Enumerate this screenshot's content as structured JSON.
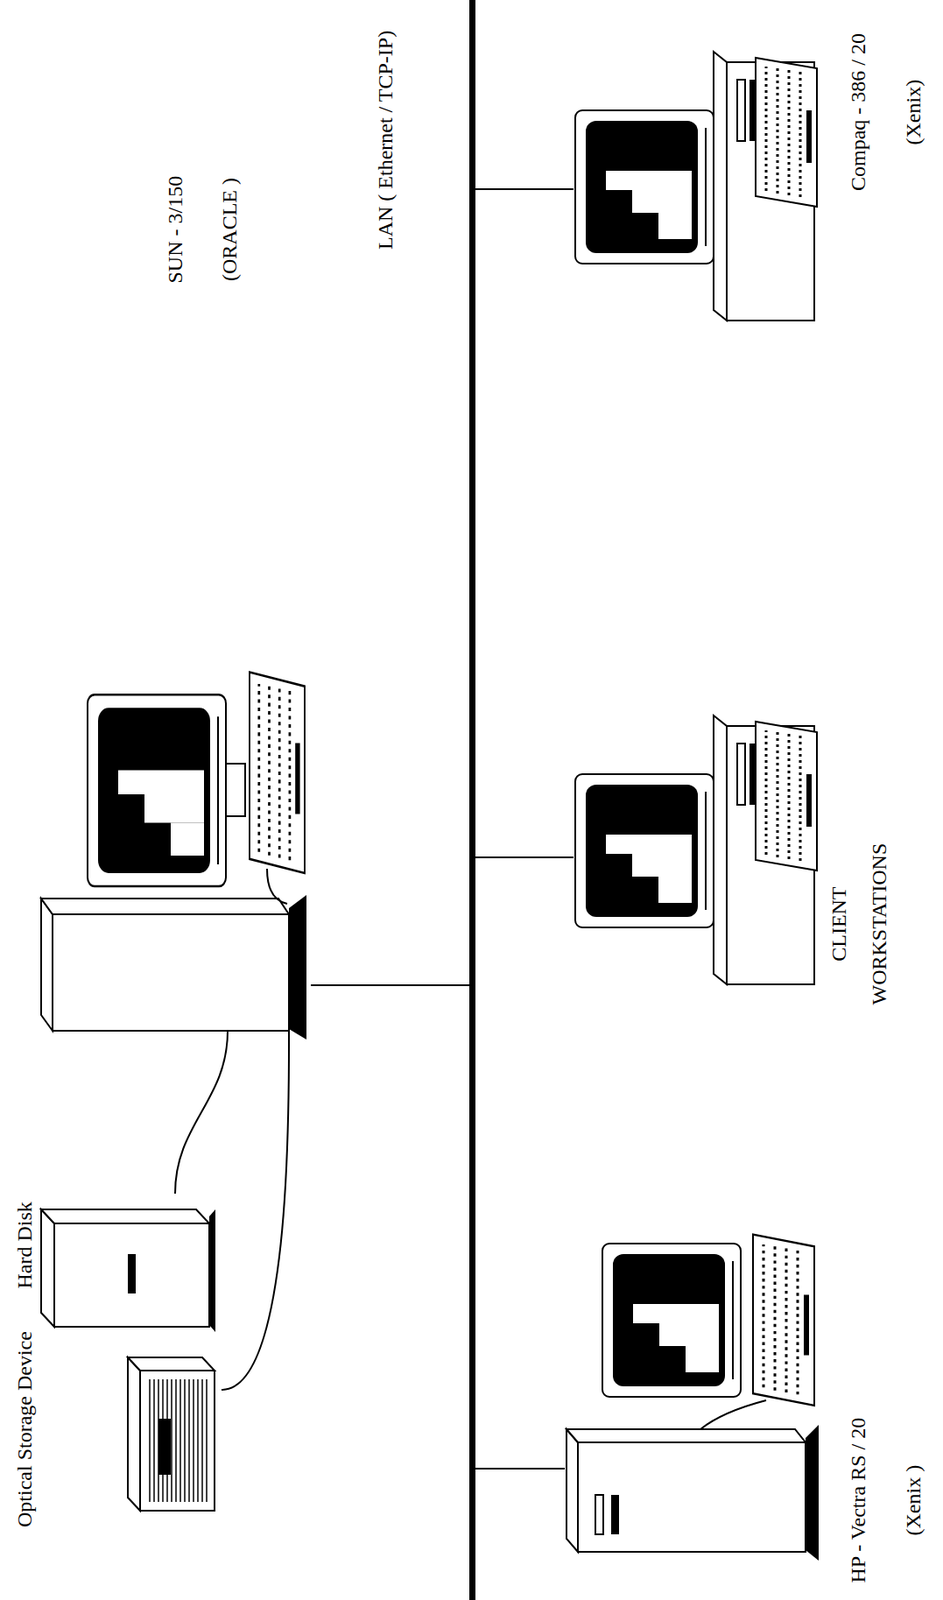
{
  "diagram": {
    "nodes": [
      {
        "text": [
          "Optical Storage Device"
        ]
      },
      {
        "text": [
          "Hard Disk"
        ]
      },
      {
        "text": [
          "SUN - 3/150",
          "(ORACLE )"
        ]
      },
      {
        "text": [
          "LAN ( Ethernet / TCP-IP)"
        ]
      },
      {
        "text": [
          "HP - Vectra RS / 20",
          "(Xenix )"
        ]
      },
      {
        "text": [
          "CLIENT WORKSTATIONS"
        ]
      },
      {
        "text": [
          "Compaq - 386 / 20",
          "(Xenix)"
        ]
      }
    ],
    "edges": [
      {
        "from": 0,
        "to": 2,
        "arrow": "none"
      },
      {
        "from": 1,
        "to": 2,
        "arrow": "none"
      },
      {
        "from": 2,
        "to": 3,
        "arrow": "none"
      },
      {
        "from": 4,
        "to": 3,
        "arrow": "none"
      },
      {
        "from": 5,
        "to": 3,
        "arrow": "none"
      },
      {
        "from": 6,
        "to": 3,
        "arrow": "none"
      }
    ]
  }
}
